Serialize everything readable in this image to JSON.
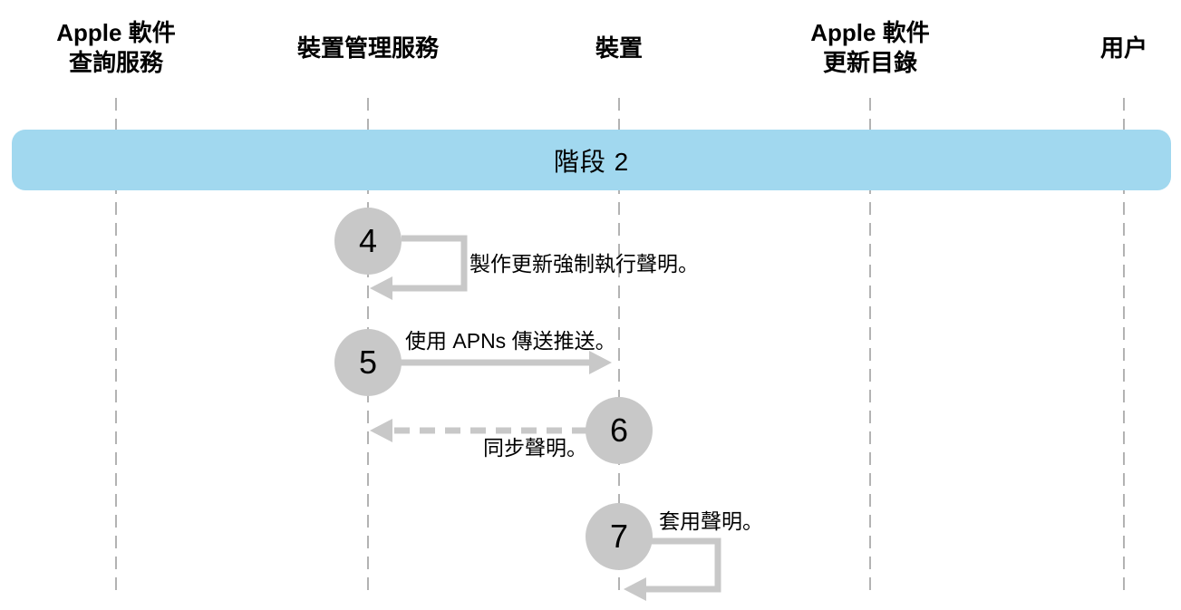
{
  "diagram": {
    "phase_banner": {
      "label": "階段 2",
      "color": "#a1d8ef"
    },
    "actors": [
      {
        "name": "Apple 軟件\n查詢服務"
      },
      {
        "name": "裝置管理服務"
      },
      {
        "name": "裝置"
      },
      {
        "name": "Apple 軟件\n更新目錄"
      },
      {
        "name": "用户"
      }
    ],
    "steps": [
      {
        "number": "4",
        "label": "製作更新強制執行聲明。",
        "from": "裝置管理服務",
        "to": "裝置管理服務",
        "arrow": "self-loop-solid"
      },
      {
        "number": "5",
        "label": "使用 APNs 傳送推送。",
        "from": "裝置管理服務",
        "to": "裝置",
        "arrow": "solid-right"
      },
      {
        "number": "6",
        "label": "同步聲明。",
        "from": "裝置",
        "to": "裝置管理服務",
        "arrow": "dashed-left"
      },
      {
        "number": "7",
        "label": "套用聲明。",
        "from": "裝置",
        "to": "裝置",
        "arrow": "self-loop-solid"
      }
    ],
    "colors": {
      "banner": "#a1d8ef",
      "step_circle": "#c8c8c8",
      "arrow": "#c8c8c8",
      "lifeline": "#b3b3b3",
      "text": "#000000"
    }
  }
}
